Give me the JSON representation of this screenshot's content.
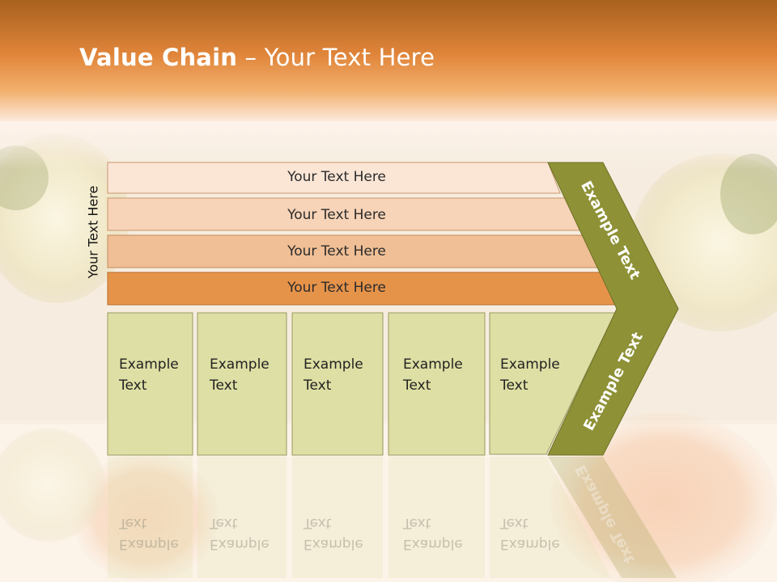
{
  "slide": {
    "title_bold": "Value Chain",
    "title_rest": " – Your Text Here",
    "vertical_label": "Your Text Here"
  },
  "rows": [
    {
      "label": "Your Text Here",
      "color": "#fbe6d6"
    },
    {
      "label": "Your Text Here",
      "color": "#f7d3b7"
    },
    {
      "label": "Your Text Here",
      "color": "#f0bf95"
    },
    {
      "label": "Your Text Here",
      "color": "#e6934a"
    }
  ],
  "boxes": [
    {
      "line1": "Example",
      "line2": "Text"
    },
    {
      "line1": "Example",
      "line2": "Text"
    },
    {
      "line1": "Example",
      "line2": "Text"
    },
    {
      "line1": "Example",
      "line2": "Text"
    },
    {
      "line1": "Example",
      "line2": "Text"
    }
  ],
  "arrow": {
    "upper_label": "Example Text",
    "lower_label": "Example Text",
    "color": "#8e9135"
  },
  "colors": {
    "header": "#e38a35",
    "box_fill": "#dedfa4",
    "box_border": "#9a9a62"
  }
}
